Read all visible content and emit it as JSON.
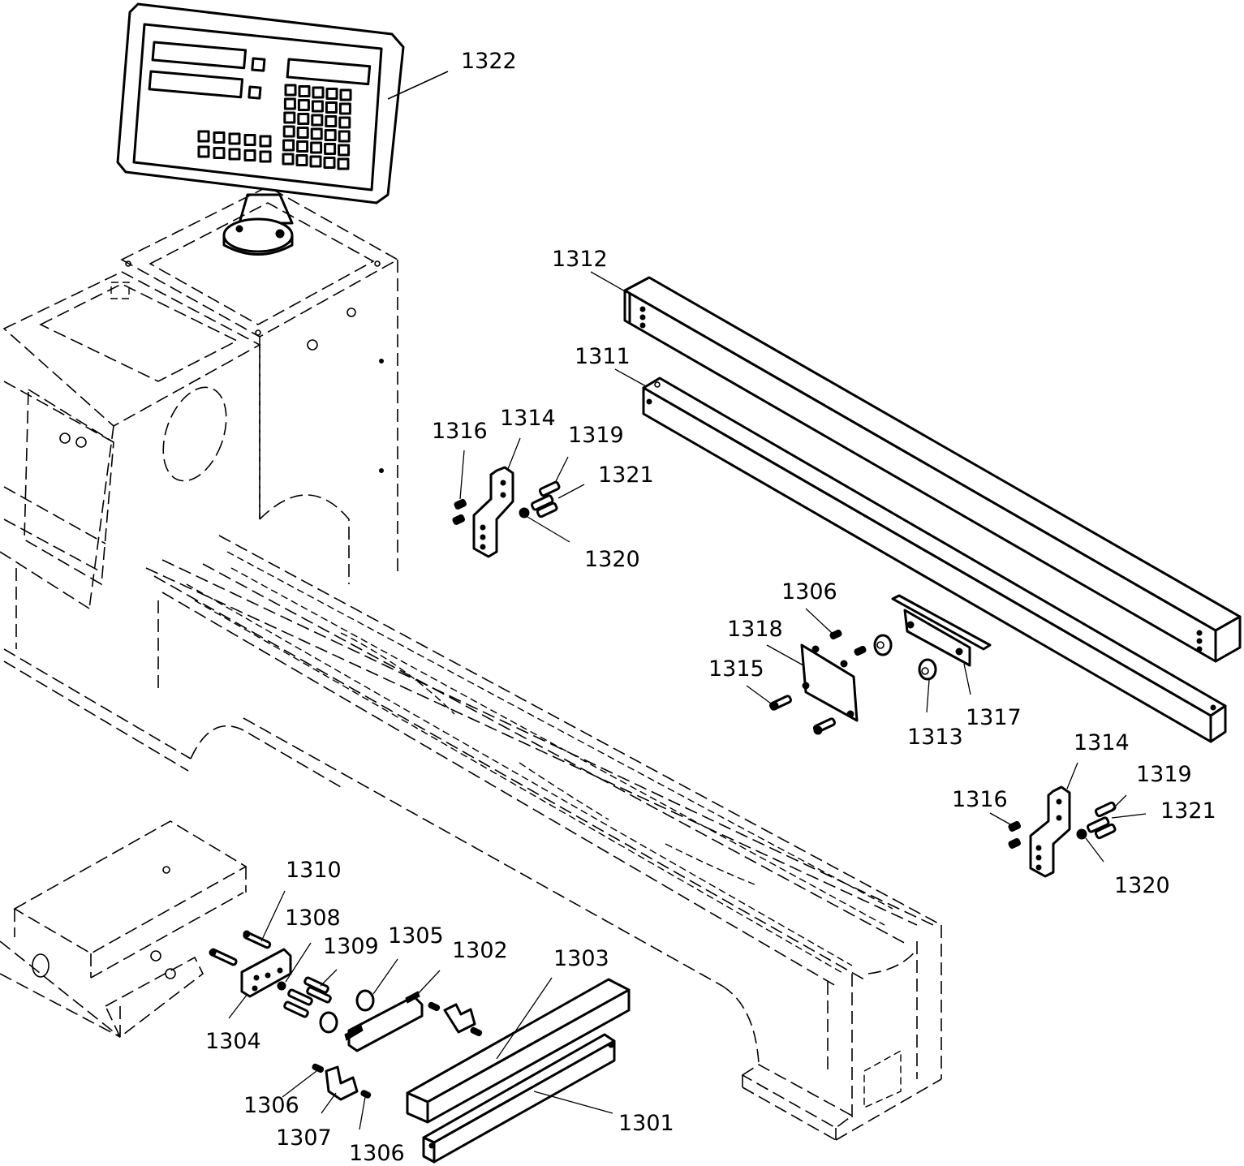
{
  "diagram": {
    "type": "exploded-parts-view",
    "ink_color": "#000000",
    "background": "#ffffff"
  },
  "callouts": {
    "c1322": "1322",
    "c1312": "1312",
    "c1311": "1311",
    "c1316a": "1316",
    "c1314a": "1314",
    "c1319a": "1319",
    "c1321a": "1321",
    "c1320a": "1320",
    "c1306a": "1306",
    "c1318": "1318",
    "c1315": "1315",
    "c1313": "1313",
    "c1317": "1317",
    "c1314b": "1314",
    "c1319b": "1319",
    "c1316b": "1316",
    "c1321b": "1321",
    "c1320b": "1320",
    "c1310": "1310",
    "c1308": "1308",
    "c1309": "1309",
    "c1305": "1305",
    "c1302": "1302",
    "c1303": "1303",
    "c1304": "1304",
    "c1306b": "1306",
    "c1307": "1307",
    "c1306c": "1306",
    "c1301": "1301"
  }
}
